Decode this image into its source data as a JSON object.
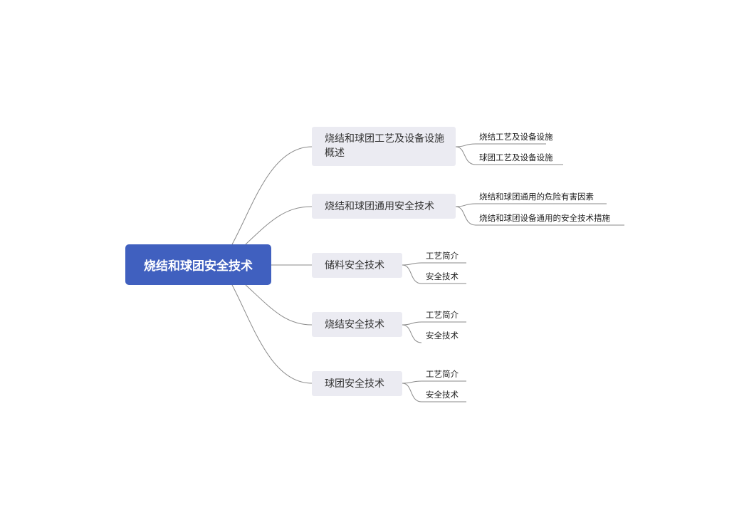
{
  "mindmap": {
    "root": "烧结和球团安全技术",
    "branches": [
      {
        "label": "烧结和球团工艺及设备设施概述",
        "children": [
          "烧结工艺及设备设施",
          "球团工艺及设备设施"
        ]
      },
      {
        "label": "烧结和球团通用安全技术",
        "children": [
          "烧结和球团通用的危险有害因素",
          "烧结和球团设备通用的安全技术措施"
        ]
      },
      {
        "label": "储料安全技术",
        "children": [
          "工艺简介",
          "安全技术"
        ]
      },
      {
        "label": "烧结安全技术",
        "children": [
          "工艺简介",
          "安全技术"
        ]
      },
      {
        "label": "球团安全技术",
        "children": [
          "工艺简介",
          "安全技术"
        ]
      }
    ]
  },
  "colors": {
    "root_fill": "#4060bf",
    "branch_fill": "#ebebf2",
    "connector": "#8a8a8a"
  }
}
